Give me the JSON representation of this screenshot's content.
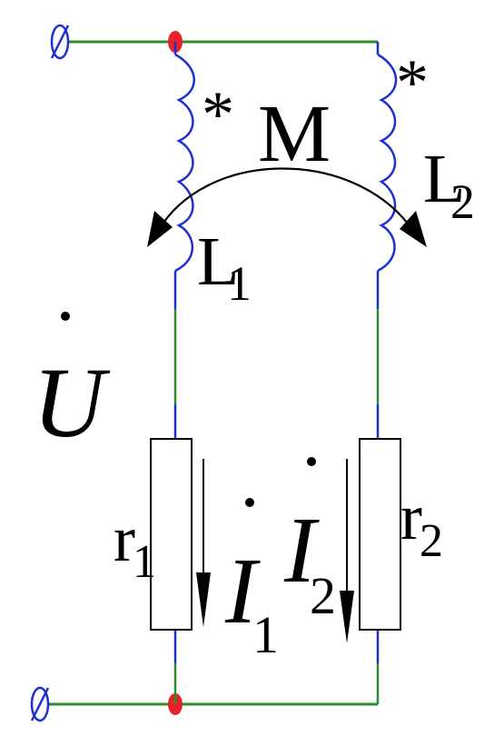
{
  "labels": {
    "dot_marker_1": "*",
    "dot_marker_2": "*",
    "mutual": "M",
    "inductor_1": "L",
    "inductor_1_sub": "1",
    "inductor_2": "L",
    "inductor_2_sub": "2",
    "source": "U",
    "resistor_1": "r",
    "resistor_1_sub": "1",
    "resistor_2": "r",
    "resistor_2_sub": "2",
    "current_1": "I",
    "current_1_sub": "1",
    "current_2": "I",
    "current_2_sub": "2"
  },
  "colors": {
    "wire_green": "#2e8b2e",
    "wire_blue": "#1f2fd0",
    "node_red": "#e8222a",
    "ink": "#000000"
  }
}
